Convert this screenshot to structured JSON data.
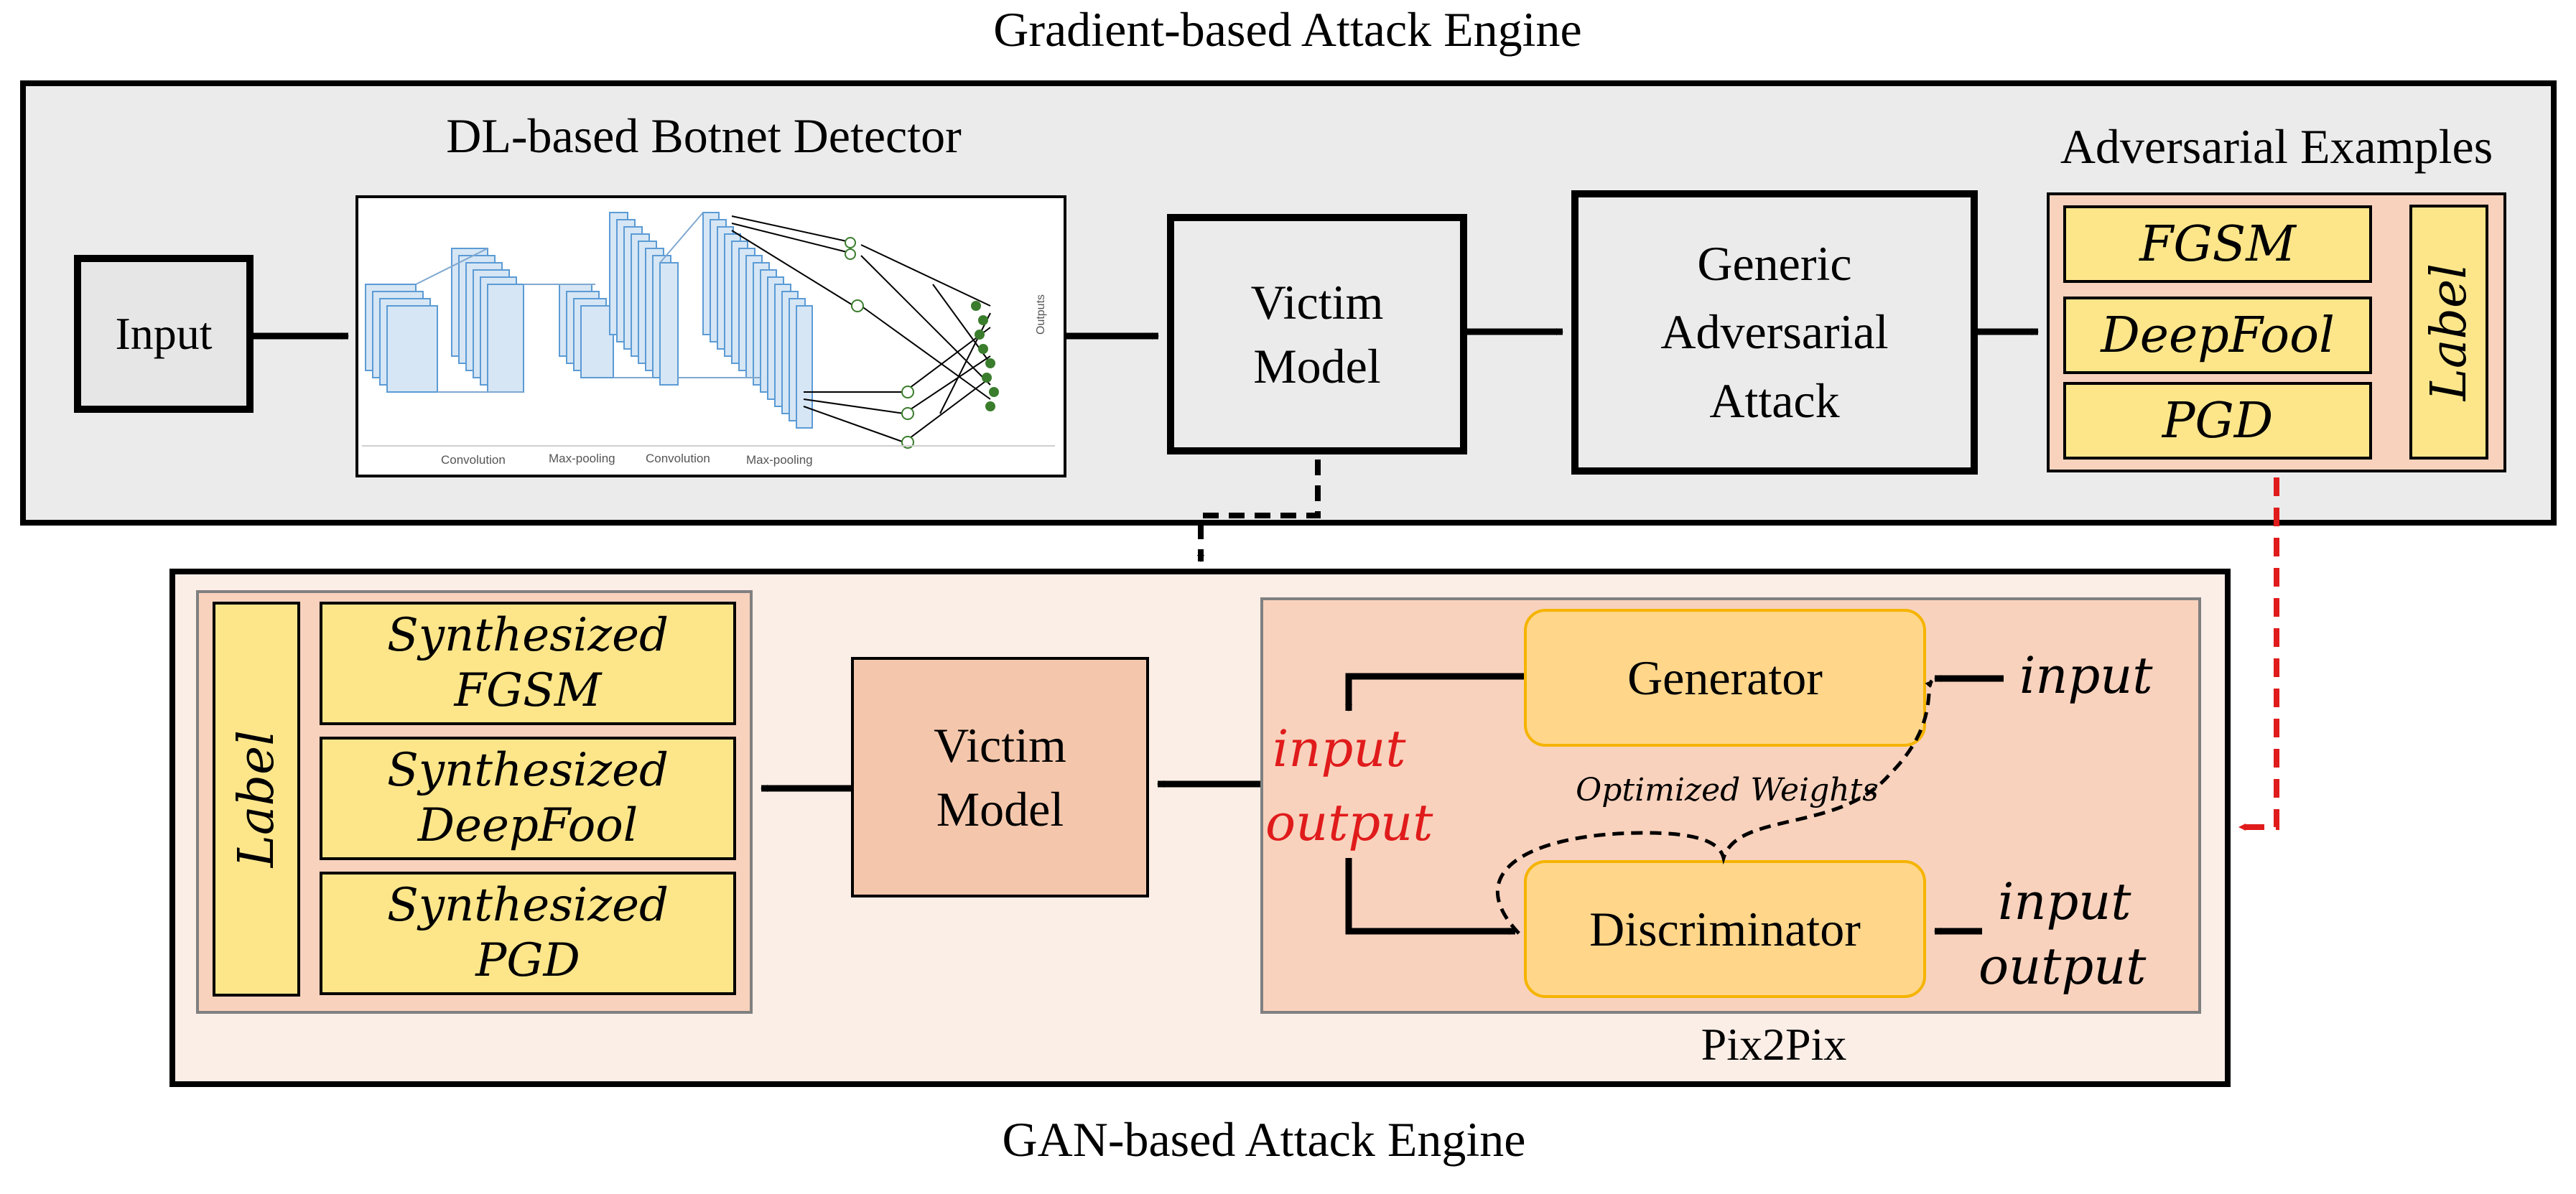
{
  "colors": {
    "outer_gray": "#ebebeb",
    "panel_peach": "#fbeee6",
    "box_peach": "#f8d2bd",
    "victim_peach": "#f4c7ac",
    "yellow": "#fde68a",
    "gen_orange": "#ffd68a",
    "gen_border": "#f5b400",
    "red": "#e01b1b"
  },
  "gradient_engine": {
    "title": "Gradient-based Attack Engine",
    "detector_label": "DL-based Botnet Detector",
    "input_label": "Input",
    "cnn": {
      "layer_labels": [
        "Convolution",
        "Max-pooling",
        "Convolution",
        "Max-pooling"
      ],
      "outputs_label": "Outputs"
    },
    "victim_model": [
      "Victim",
      "Model"
    ],
    "generic_attack": [
      "Generic",
      "Adversarial",
      "Attack"
    ],
    "adversarial_examples": {
      "title": "Adversarial Examples",
      "items": [
        "FGSM",
        "DeepFool",
        "PGD"
      ],
      "label": "Label"
    }
  },
  "gan_engine": {
    "title": "GAN-based Attack Engine",
    "synth": {
      "label": "Label",
      "items": [
        [
          "Synthesized",
          "FGSM"
        ],
        [
          "Synthesized",
          "DeepFool"
        ],
        [
          "Synthesized",
          "PGD"
        ]
      ]
    },
    "victim_model": [
      "Victim",
      "Model"
    ],
    "pix2pix": {
      "label": "Pix2Pix",
      "generator": "Generator",
      "discriminator": "Discriminator",
      "optimized_weights": "Optimized Weights",
      "gen_input": "input",
      "red_labels": [
        "input",
        "output"
      ],
      "disc_inputs": [
        "input",
        "output"
      ]
    }
  }
}
